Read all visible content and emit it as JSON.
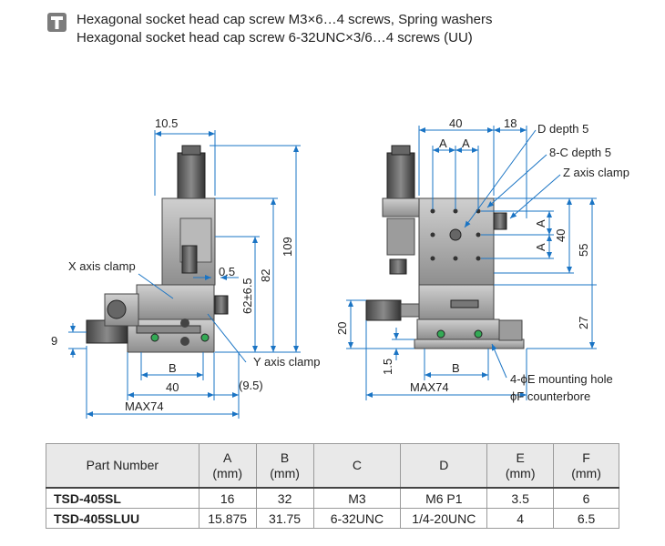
{
  "header": {
    "line1": "Hexagonal socket head cap screw M3×6…4 screws, Spring washers",
    "line2": "Hexagonal socket head cap screw 6-32UNC×3/6…4 screws (UU)"
  },
  "diagram": {
    "left": {
      "dim_top": "10.5",
      "dim_109": "109",
      "dim_82": "82",
      "dim_62": "62±6.5",
      "dim_05": "0.5",
      "dim_9": "9",
      "dim_B": "B",
      "dim_40": "40",
      "dim_95": "(9.5)",
      "dim_max": "MAX74",
      "label_x_clamp": "X axis clamp",
      "label_y_clamp": "Y axis clamp"
    },
    "right": {
      "dim_40_top": "40",
      "dim_18": "18",
      "dim_A1": "A",
      "dim_A2": "A",
      "dim_A_v1": "A",
      "dim_A_v2": "A",
      "dim_40_v": "40",
      "dim_55": "55",
      "dim_27": "27",
      "dim_20": "20",
      "dim_15": "1.5",
      "dim_B": "B",
      "dim_max": "MAX74",
      "label_d_depth": "D depth 5",
      "label_c_depth": "8-C depth 5",
      "label_z_clamp": "Z axis clamp",
      "label_mount1": "4-ϕE mounting hole",
      "label_mount2": "ϕF counterbore"
    }
  },
  "table": {
    "headers": [
      {
        "main": "Part Number",
        "unit": ""
      },
      {
        "main": "A",
        "unit": "(mm)"
      },
      {
        "main": "B",
        "unit": "(mm)"
      },
      {
        "main": "C",
        "unit": ""
      },
      {
        "main": "D",
        "unit": ""
      },
      {
        "main": "E",
        "unit": "(mm)"
      },
      {
        "main": "F",
        "unit": "(mm)"
      }
    ],
    "rows": [
      [
        "TSD-405SL",
        "16",
        "32",
        "M3",
        "M6 P1",
        "3.5",
        "6"
      ],
      [
        "TSD-405SLUU",
        "15.875",
        "31.75",
        "6-32UNC",
        "1/4-20UNC",
        "4",
        "6.5"
      ]
    ]
  },
  "colors": {
    "dimension": "#1a74c4",
    "icon": "#7c7c7c",
    "header_bg": "#e9e9e9"
  },
  "icons": {
    "header": "screw-icon"
  }
}
